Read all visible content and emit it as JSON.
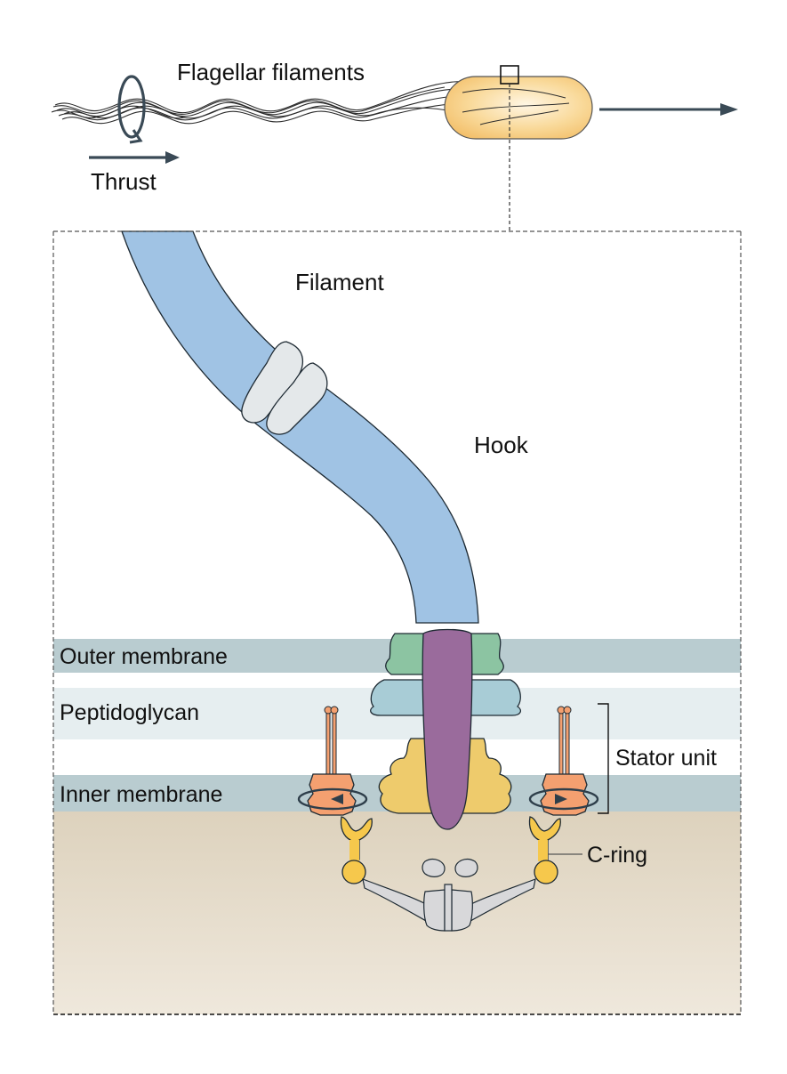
{
  "labels": {
    "flagellar_filaments": "Flagellar filaments",
    "thrust": "Thrust",
    "filament": "Filament",
    "hook": "Hook",
    "outer_membrane": "Outer membrane",
    "peptidoglycan": "Peptidoglycan",
    "inner_membrane": "Inner membrane",
    "stator_unit": "Stator unit",
    "c_ring": "C-ring"
  },
  "colors": {
    "filament": "#a0c3e4",
    "filament_collar": "#e4e8ea",
    "rod": "#9a6b9c",
    "l_ring": "#8cc4a2",
    "p_ring": "#a8ccd6",
    "ms_ring": "#eecb6c",
    "stator": "#f4a070",
    "c_ring": "#f6c84c",
    "export_apparatus": "#d8d8da",
    "outer_membrane_band": "#b9ccd0",
    "peptidoglycan_band": "#e6eef0",
    "inner_membrane_band": "#b9ccd0",
    "cytoplasm_top": "#ddd2bd",
    "cytoplasm_bottom": "#efe8dc",
    "cell_body": "#f6c77a",
    "arrow": "#3a4a56"
  }
}
